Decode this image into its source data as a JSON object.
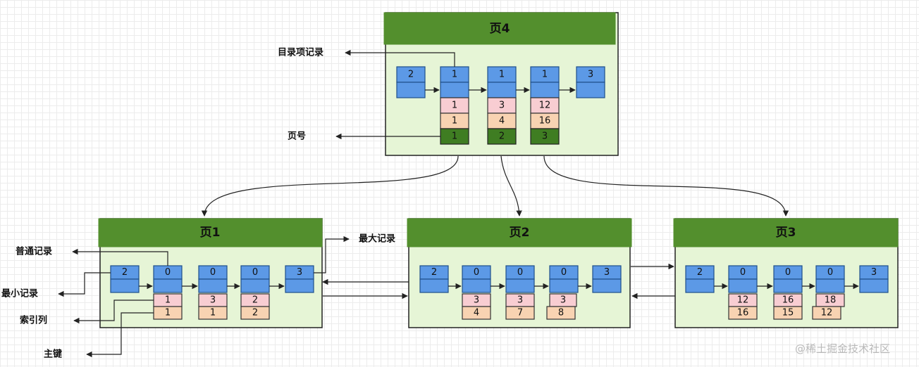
{
  "pages": {
    "page4": {
      "title": "页4",
      "records": [
        {
          "values": [
            "2"
          ]
        },
        {
          "values": [
            "1",
            "1",
            "1",
            "1"
          ]
        },
        {
          "values": [
            "1",
            "3",
            "4",
            "2"
          ]
        },
        {
          "values": [
            "1",
            "12",
            "16",
            "3"
          ]
        },
        {
          "values": [
            "3"
          ]
        }
      ]
    },
    "page1": {
      "title": "页1",
      "records": [
        {
          "values": [
            "2"
          ]
        },
        {
          "values": [
            "0",
            "1",
            "1"
          ]
        },
        {
          "values": [
            "0",
            "3",
            "1"
          ]
        },
        {
          "values": [
            "0",
            "2",
            "2"
          ]
        },
        {
          "values": [
            "3"
          ]
        }
      ]
    },
    "page2": {
      "title": "页2",
      "records": [
        {
          "values": [
            "2"
          ]
        },
        {
          "values": [
            "0",
            "3",
            "4"
          ]
        },
        {
          "values": [
            "0",
            "3",
            "7"
          ]
        },
        {
          "values": [
            "0",
            "3",
            "8"
          ]
        },
        {
          "values": [
            "3"
          ]
        }
      ]
    },
    "page3": {
      "title": "页3",
      "records": [
        {
          "values": [
            "2"
          ]
        },
        {
          "values": [
            "0",
            "12",
            "16"
          ]
        },
        {
          "values": [
            "0",
            "16",
            "15"
          ]
        },
        {
          "values": [
            "0",
            "18",
            "12"
          ]
        },
        {
          "values": [
            "3"
          ]
        }
      ]
    }
  },
  "labels": {
    "directory_record": "目录项记录",
    "page_number": "页号",
    "normal_record": "普通记录",
    "min_record": "最小记录",
    "index_column": "索引列",
    "primary_key": "主键",
    "max_record": "最大记录"
  },
  "watermark": "@稀土掘金技术社区",
  "colors": {
    "header": "#538f2d",
    "page_body": "#e6f5d6",
    "record_header": "#5c99e6",
    "index_cell": "#f8cdd2",
    "key_cell": "#f8d3b2",
    "page_number_cell": "#3f7d22"
  }
}
